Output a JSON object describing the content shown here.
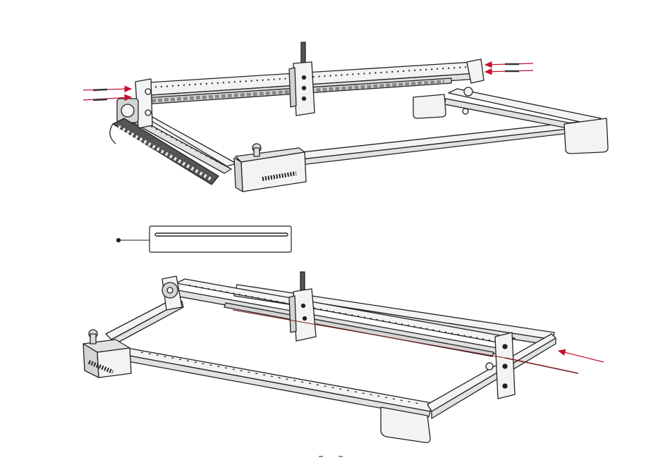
{
  "colors": {
    "line": "#222222",
    "frame_fill": "#f3f3f3",
    "frame_shade": "#d4d4d4",
    "dark_part": "#555555",
    "arrow": "#c8102e",
    "background": "#ffffff"
  },
  "figure_top": {
    "parts": [
      "gantry-x-rail",
      "left-y-rail",
      "right-y-rail",
      "front-x-rail",
      "laser-module-carriage",
      "stepper-motor",
      "cable-drag-chain",
      "control-box",
      "foot-support-right"
    ],
    "screw_callouts": [
      "screw-pair-left",
      "screw-pair-right"
    ]
  },
  "part_callout": {
    "part": "aluminum-profile-rod"
  },
  "figure_bottom": {
    "parts": [
      "gantry-x-rail",
      "left-y-rail",
      "right-y-rail",
      "front-x-rail",
      "laser-module-carriage",
      "stepper-motor",
      "control-box",
      "foot-support-front",
      "insert-rod"
    ],
    "rod_callouts": [
      "rod-insert-arrow"
    ]
  }
}
